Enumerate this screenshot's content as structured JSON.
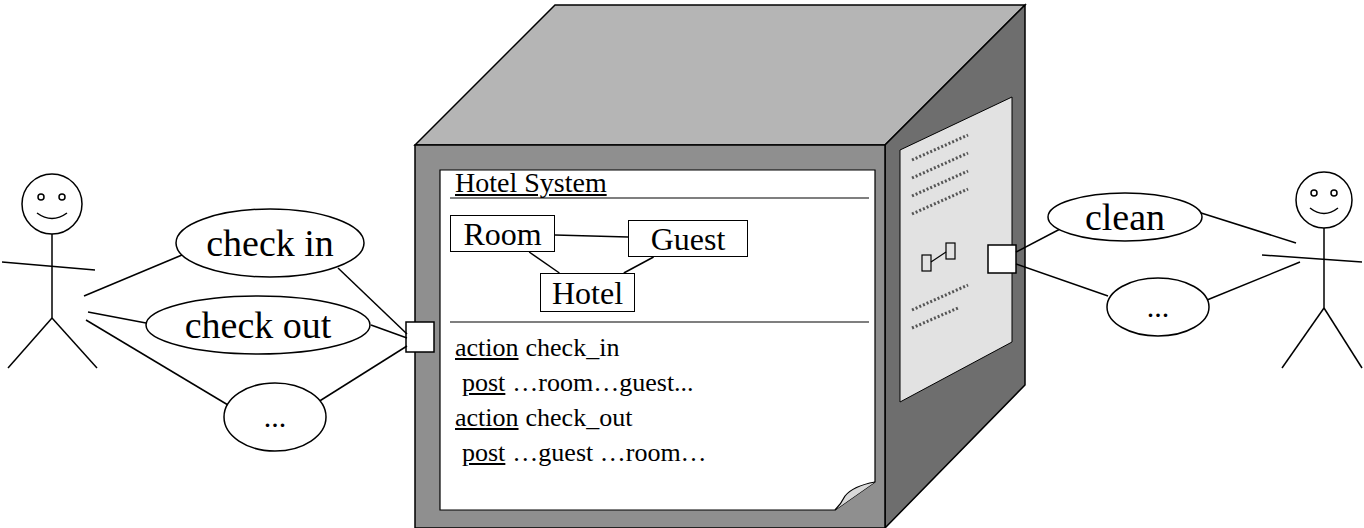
{
  "diagram": {
    "nodes": [
      {
        "text": [
          "check in"
        ]
      },
      {
        "text": [
          "check out"
        ]
      },
      {
        "text": [
          "..."
        ]
      },
      {
        "text": [
          "Hotel System",
          "action",
          "check_in",
          "post",
          "…room…guest...",
          "action",
          "check_out",
          "post",
          "…guest …room…"
        ]
      },
      {
        "text": [
          "Room"
        ],
        "in": 3
      },
      {
        "text": [
          "Guest"
        ],
        "in": 3
      },
      {
        "text": [
          "Hotel"
        ],
        "in": 3
      },
      {
        "text": [
          "clean"
        ]
      },
      {
        "text": [
          "..."
        ]
      }
    ],
    "edges": [
      {
        "from": 4,
        "to": 5,
        "arrow": "none"
      },
      {
        "from": 4,
        "to": 6,
        "arrow": "none"
      },
      {
        "from": 5,
        "to": 6,
        "arrow": "none"
      }
    ]
  }
}
